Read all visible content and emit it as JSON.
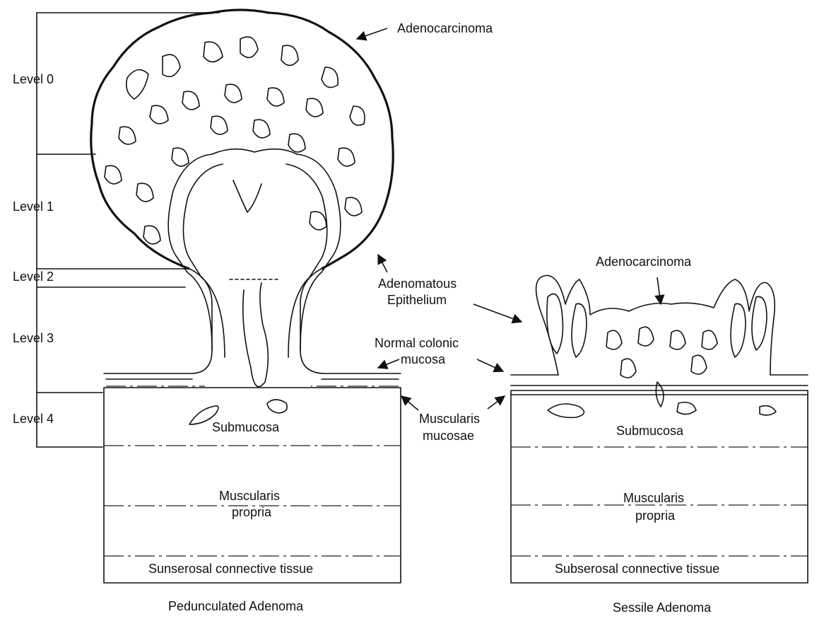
{
  "levels": {
    "level0": "Level 0",
    "level1": "Level 1",
    "level2": "Level 2",
    "level3": "Level 3",
    "level4": "Level 4"
  },
  "pedunculated": {
    "caption": "Pedunculated Adenoma",
    "adenocarcinoma": "Adenocarcinoma",
    "epithelium_line1": "Adenomatous",
    "epithelium_line2": "Epithelium",
    "normal_mucosa_line1": "Normal colonic",
    "normal_mucosa_line2": "mucosa",
    "muscularis_mucosae_line1": "Muscularis",
    "muscularis_mucosae_line2": "mucosae",
    "submucosa": "Submucosa",
    "muscularis_propria_line1": "Muscularis",
    "muscularis_propria_line2": "propria",
    "serosal": "Sunserosal connective tissue"
  },
  "sessile": {
    "caption": "Sessile Adenoma",
    "adenocarcinoma": "Adenocarcinoma",
    "submucosa": "Submucosa",
    "muscularis_propria_line1": "Muscularis",
    "muscularis_propria_line2": "propria",
    "serosal": "Subserosal connective tissue"
  }
}
